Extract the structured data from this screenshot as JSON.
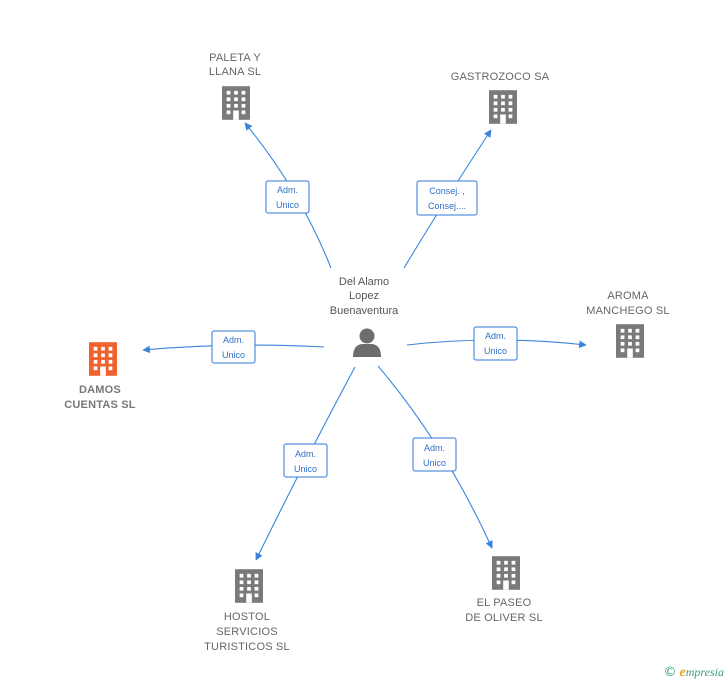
{
  "center": {
    "name_lines": [
      "Del Alamo",
      "Lopez",
      "Buenaventura"
    ],
    "icon": "person-icon"
  },
  "companies": [
    {
      "id": "paleta",
      "lines": [
        "PALETA Y",
        "LLANA SL"
      ],
      "role_lines": [
        "Adm.",
        "Unico"
      ],
      "focus": false,
      "icon": "building-icon"
    },
    {
      "id": "gastrozoco",
      "lines": [
        "GASTROZOCO SA"
      ],
      "role_lines": [
        "Consej. ,",
        "Consej...."
      ],
      "focus": false,
      "icon": "building-icon"
    },
    {
      "id": "aroma",
      "lines": [
        "AROMA",
        "MANCHEGO SL"
      ],
      "role_lines": [
        "Adm.",
        "Unico"
      ],
      "focus": false,
      "icon": "building-icon"
    },
    {
      "id": "damos",
      "lines": [
        "DAMOS",
        "CUENTAS  SL"
      ],
      "role_lines": [
        "Adm.",
        "Unico"
      ],
      "focus": true,
      "icon": "building-icon"
    },
    {
      "id": "hostol",
      "lines": [
        "HOSTOL",
        "SERVICIOS",
        "TURISTICOS SL"
      ],
      "role_lines": [
        "Adm.",
        "Unico"
      ],
      "focus": false,
      "icon": "building-icon"
    },
    {
      "id": "elpaseo",
      "lines": [
        "EL PASEO",
        "DE OLIVER  SL"
      ],
      "role_lines": [
        "Adm.",
        "Unico"
      ],
      "focus": false,
      "icon": "building-icon"
    }
  ],
  "colors": {
    "edge": "#3a84dc",
    "building": "#7a7a7a",
    "building_focus": "#f0622d",
    "person": "#6d6d6d"
  },
  "footer": {
    "copyright": "©",
    "brand_initial": "e",
    "brand_rest": "mpresia"
  }
}
